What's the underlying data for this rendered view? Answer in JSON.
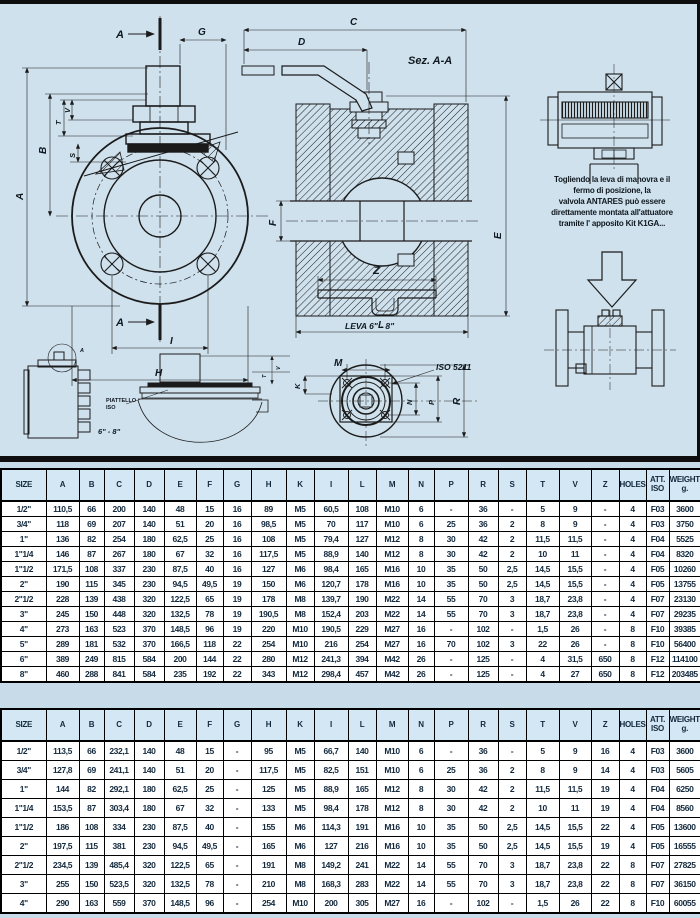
{
  "drawing": {
    "section_label": "Sez. A-A",
    "lever_label": "LEVA 6\" - 8\"",
    "iso_label": "ISO 5211",
    "piattello_line1": "PIATTELLO",
    "piattello_line2": "ISO",
    "size_range": "6\" - 8\"",
    "detail_mark": "A",
    "note_lines": [
      "Togliendo la leva di manovra e il",
      "fermo di posizione, la",
      "valvola ANTARES può essere",
      "direttamente montata all'attuatore",
      "tramite l' apposito Kit K1GA..."
    ],
    "dims": {
      "A": "A",
      "B": "B",
      "C": "C",
      "D": "D",
      "E": "E",
      "F": "F",
      "G": "G",
      "H": "H",
      "I": "I",
      "K": "K",
      "L": "L",
      "M": "M",
      "N": "N",
      "P": "P",
      "R": "R",
      "S": "S",
      "T": "T",
      "V": "V",
      "Z": "Z"
    }
  },
  "tables": {
    "headers": [
      "SIZE",
      "A",
      "B",
      "C",
      "D",
      "E",
      "F",
      "G",
      "H",
      "K",
      "I",
      "L",
      "M",
      "N",
      "P",
      "R",
      "S",
      "T",
      "V",
      "Z",
      "HOLES",
      "ATT.\nISO",
      "WEIGHT\ng."
    ],
    "table1": {
      "rows": [
        [
          "1/2\"",
          "110,5",
          "66",
          "200",
          "140",
          "48",
          "15",
          "16",
          "89",
          "M5",
          "60,5",
          "108",
          "M10",
          "6",
          "-",
          "36",
          "-",
          "5",
          "9",
          "-",
          "4",
          "F03",
          "3600"
        ],
        [
          "3/4\"",
          "118",
          "69",
          "207",
          "140",
          "51",
          "20",
          "16",
          "98,5",
          "M5",
          "70",
          "117",
          "M10",
          "6",
          "25",
          "36",
          "2",
          "8",
          "9",
          "-",
          "4",
          "F03",
          "3750"
        ],
        [
          "1\"",
          "136",
          "82",
          "254",
          "180",
          "62,5",
          "25",
          "16",
          "108",
          "M5",
          "79,4",
          "127",
          "M12",
          "8",
          "30",
          "42",
          "2",
          "11,5",
          "11,5",
          "-",
          "4",
          "F04",
          "5525"
        ],
        [
          "1\"1/4",
          "146",
          "87",
          "267",
          "180",
          "67",
          "32",
          "16",
          "117,5",
          "M5",
          "88,9",
          "140",
          "M12",
          "8",
          "30",
          "42",
          "2",
          "10",
          "11",
          "-",
          "4",
          "F04",
          "8320"
        ],
        [
          "1\"1/2",
          "171,5",
          "108",
          "337",
          "230",
          "87,5",
          "40",
          "16",
          "127",
          "M6",
          "98,4",
          "165",
          "M16",
          "10",
          "35",
          "50",
          "2,5",
          "14,5",
          "15,5",
          "-",
          "4",
          "F05",
          "10260"
        ],
        [
          "2\"",
          "190",
          "115",
          "345",
          "230",
          "94,5",
          "49,5",
          "19",
          "150",
          "M6",
          "120,7",
          "178",
          "M16",
          "10",
          "35",
          "50",
          "2,5",
          "14,5",
          "15,5",
          "-",
          "4",
          "F05",
          "13755"
        ],
        [
          "2\"1/2",
          "228",
          "139",
          "438",
          "320",
          "122,5",
          "65",
          "19",
          "178",
          "M8",
          "139,7",
          "190",
          "M22",
          "14",
          "55",
          "70",
          "3",
          "18,7",
          "23,8",
          "-",
          "4",
          "F07",
          "23130"
        ],
        [
          "3\"",
          "245",
          "150",
          "448",
          "320",
          "132,5",
          "78",
          "19",
          "190,5",
          "M8",
          "152,4",
          "203",
          "M22",
          "14",
          "55",
          "70",
          "3",
          "18,7",
          "23,8",
          "-",
          "4",
          "F07",
          "29235"
        ],
        [
          "4\"",
          "273",
          "163",
          "523",
          "370",
          "148,5",
          "96",
          "19",
          "220",
          "M10",
          "190,5",
          "229",
          "M27",
          "16",
          "-",
          "102",
          "-",
          "1,5",
          "26",
          "-",
          "8",
          "F10",
          "39385"
        ],
        [
          "5\"",
          "289",
          "181",
          "532",
          "370",
          "166,5",
          "118",
          "22",
          "254",
          "M10",
          "216",
          "254",
          "M27",
          "16",
          "70",
          "102",
          "3",
          "22",
          "26",
          "-",
          "8",
          "F10",
          "56400"
        ],
        [
          "6\"",
          "389",
          "249",
          "815",
          "584",
          "200",
          "144",
          "22",
          "280",
          "M12",
          "241,3",
          "394",
          "M42",
          "26",
          "-",
          "125",
          "-",
          "4",
          "31,5",
          "650",
          "8",
          "F12",
          "114100"
        ],
        [
          "8\"",
          "460",
          "288",
          "841",
          "584",
          "235",
          "192",
          "22",
          "343",
          "M12",
          "298,4",
          "457",
          "M42",
          "26",
          "-",
          "125",
          "-",
          "4",
          "27",
          "650",
          "8",
          "F12",
          "203485"
        ]
      ]
    },
    "table2": {
      "rows": [
        [
          "1/2\"",
          "113,5",
          "66",
          "232,1",
          "140",
          "48",
          "15",
          "-",
          "95",
          "M5",
          "66,7",
          "140",
          "M10",
          "6",
          "-",
          "36",
          "-",
          "5",
          "9",
          "16",
          "4",
          "F03",
          "3600"
        ],
        [
          "3/4\"",
          "127,8",
          "69",
          "241,1",
          "140",
          "51",
          "20",
          "-",
          "117,5",
          "M5",
          "82,5",
          "151",
          "M10",
          "6",
          "25",
          "36",
          "2",
          "8",
          "9",
          "14",
          "4",
          "F03",
          "5605"
        ],
        [
          "1\"",
          "144",
          "82",
          "292,1",
          "180",
          "62,5",
          "25",
          "-",
          "125",
          "M5",
          "88,9",
          "165",
          "M12",
          "8",
          "30",
          "42",
          "2",
          "11,5",
          "11,5",
          "19",
          "4",
          "F04",
          "6250"
        ],
        [
          "1\"1/4",
          "153,5",
          "87",
          "303,4",
          "180",
          "67",
          "32",
          "-",
          "133",
          "M5",
          "98,4",
          "178",
          "M12",
          "8",
          "30",
          "42",
          "2",
          "10",
          "11",
          "19",
          "4",
          "F04",
          "8560"
        ],
        [
          "1\"1/2",
          "186",
          "108",
          "334",
          "230",
          "87,5",
          "40",
          "-",
          "155",
          "M6",
          "114,3",
          "191",
          "M16",
          "10",
          "35",
          "50",
          "2,5",
          "14,5",
          "15,5",
          "22",
          "4",
          "F05",
          "13600"
        ],
        [
          "2\"",
          "197,5",
          "115",
          "381",
          "230",
          "94,5",
          "49,5",
          "-",
          "165",
          "M6",
          "127",
          "216",
          "M16",
          "10",
          "35",
          "50",
          "2,5",
          "14,5",
          "15,5",
          "19",
          "4",
          "F05",
          "16555"
        ],
        [
          "2\"1/2",
          "234,5",
          "139",
          "485,4",
          "320",
          "122,5",
          "65",
          "-",
          "191",
          "M8",
          "149,2",
          "241",
          "M22",
          "14",
          "55",
          "70",
          "3",
          "18,7",
          "23,8",
          "22",
          "8",
          "F07",
          "27825"
        ],
        [
          "3\"",
          "255",
          "150",
          "523,5",
          "320",
          "132,5",
          "78",
          "-",
          "210",
          "M8",
          "168,3",
          "283",
          "M22",
          "14",
          "55",
          "70",
          "3",
          "18,7",
          "23,8",
          "22",
          "8",
          "F07",
          "36150"
        ],
        [
          "4\"",
          "290",
          "163",
          "559",
          "370",
          "148,5",
          "96",
          "-",
          "254",
          "M10",
          "200",
          "305",
          "M27",
          "16",
          "-",
          "102",
          "-",
          "1,5",
          "26",
          "22",
          "8",
          "F10",
          "60055"
        ]
      ]
    }
  }
}
